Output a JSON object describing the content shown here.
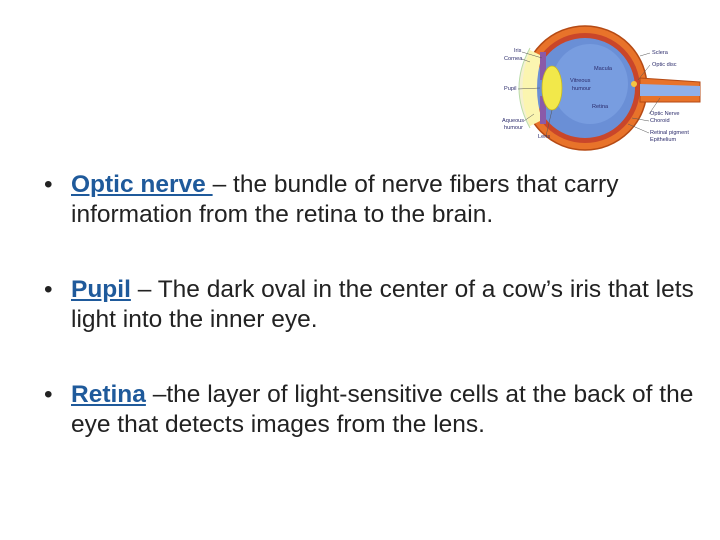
{
  "diagram": {
    "icon": "eye-anatomy-icon",
    "labels": {
      "iris": "Iris",
      "cornea": "Cornea",
      "pupil": "Pupil",
      "aqueous": "Aqueous",
      "humour": "humour",
      "lens": "Lens",
      "sclera": "Sclera",
      "macula": "Macula",
      "optic_disc": "Optic disc",
      "vitreous": "Vitreous",
      "vitreous_humour": "humour",
      "retina": "Retina",
      "optic_nerve": "Optic Nerve",
      "choroid": "Choroid",
      "retinal_pigment": "Retinal pigment",
      "epithelium": "Epithelium"
    }
  },
  "bullets": [
    {
      "bullet": "•",
      "term": "Optic nerve ",
      "text": "– the bundle of nerve fibers that carry information from the retina to the brain."
    },
    {
      "bullet": "•",
      "term": "Pupil",
      "text": " – The dark oval in the center of a cow’s iris that lets light into the inner eye."
    },
    {
      "bullet": "•",
      "term": "Retina",
      "text": " –the layer of light-sensitive cells at the back of the eye that detects images from the lens."
    }
  ],
  "colors": {
    "term": "#1f5a9b",
    "sclera": "#e8732a",
    "vitreous": "#6a8fd6",
    "lens": "#f2e84a"
  }
}
